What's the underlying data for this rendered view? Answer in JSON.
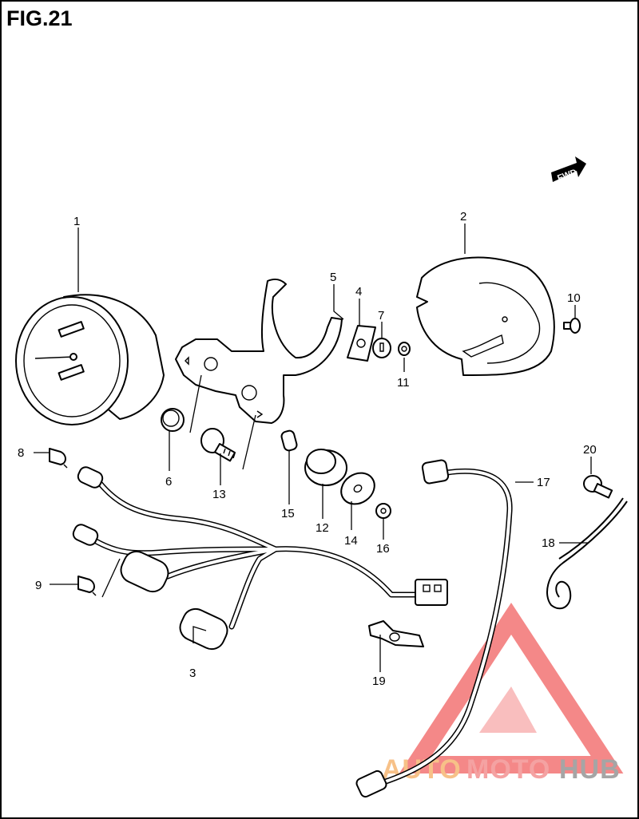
{
  "figure": {
    "title": "FIG.21"
  },
  "fwd_marker": {
    "label": "FWD"
  },
  "watermark": {
    "word_a": "AUTO",
    "word_b": "MOTO",
    "word_c": "HUB",
    "color_a": "#f6b26b",
    "color_b": "#f28c8c",
    "color_c": "#8f8f8f",
    "logo_color": "#f26b6b"
  },
  "callouts": [
    {
      "id": "1",
      "label": "1"
    },
    {
      "id": "2",
      "label": "2"
    },
    {
      "id": "3",
      "label": "3"
    },
    {
      "id": "4",
      "label": "4"
    },
    {
      "id": "5",
      "label": "5"
    },
    {
      "id": "6",
      "label": "6"
    },
    {
      "id": "7",
      "label": "7"
    },
    {
      "id": "8",
      "label": "8"
    },
    {
      "id": "9",
      "label": "9"
    },
    {
      "id": "10",
      "label": "10"
    },
    {
      "id": "11",
      "label": "11"
    },
    {
      "id": "12",
      "label": "12"
    },
    {
      "id": "13",
      "label": "13"
    },
    {
      "id": "14",
      "label": "14"
    },
    {
      "id": "15",
      "label": "15"
    },
    {
      "id": "16",
      "label": "16"
    },
    {
      "id": "17",
      "label": "17"
    },
    {
      "id": "18",
      "label": "18"
    },
    {
      "id": "19",
      "label": "19"
    },
    {
      "id": "20",
      "label": "20"
    }
  ]
}
